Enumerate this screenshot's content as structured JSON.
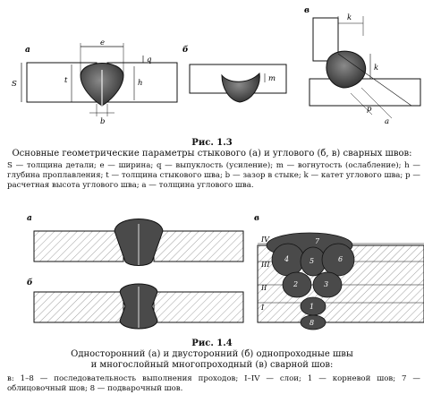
{
  "fig13": {
    "title": "Рис. 1.3",
    "caption": "Основные геометрические параметры стыкового (а) и углового (б, в) сварных швов:",
    "legend": "S — толщина детали; e — ширина; q — выпуклость (усиление); m — вогнутость (ослабление); h — глубина проплавления; t — толщина стыкового шва; b — зазор в стыке; k — катет углового шва; p — расчетная высота углового шва; a — толщина углового шва.",
    "panel_labels": [
      "а",
      "б",
      "в"
    ],
    "dims": {
      "S": "S",
      "e": "e",
      "q": "q",
      "h": "h",
      "t": "t",
      "b": "b",
      "m": "m",
      "k": "k",
      "p": "p",
      "a": "a"
    }
  },
  "fig14": {
    "title": "Рис. 1.4",
    "caption_line1": "Односторонний (а) и двусторонний (б) однопроходные швы",
    "caption_line2": "и многослойный многопроходный (в) сварной шов:",
    "legend": "в: 1–8 — последовательность выполнения проходов; I–IV — слои; 1 — корневой шов; 7 — облицовочный шов; 8 — подварочный шов.",
    "panel_labels": [
      "а",
      "б",
      "в"
    ],
    "passes": [
      "1",
      "2",
      "3",
      "4",
      "5",
      "6",
      "7",
      "8"
    ],
    "layers": [
      "I",
      "II",
      "III",
      "IV"
    ]
  },
  "colors": {
    "weld": "#4a4a4a",
    "line": "#111111",
    "hatch": "#777777"
  }
}
